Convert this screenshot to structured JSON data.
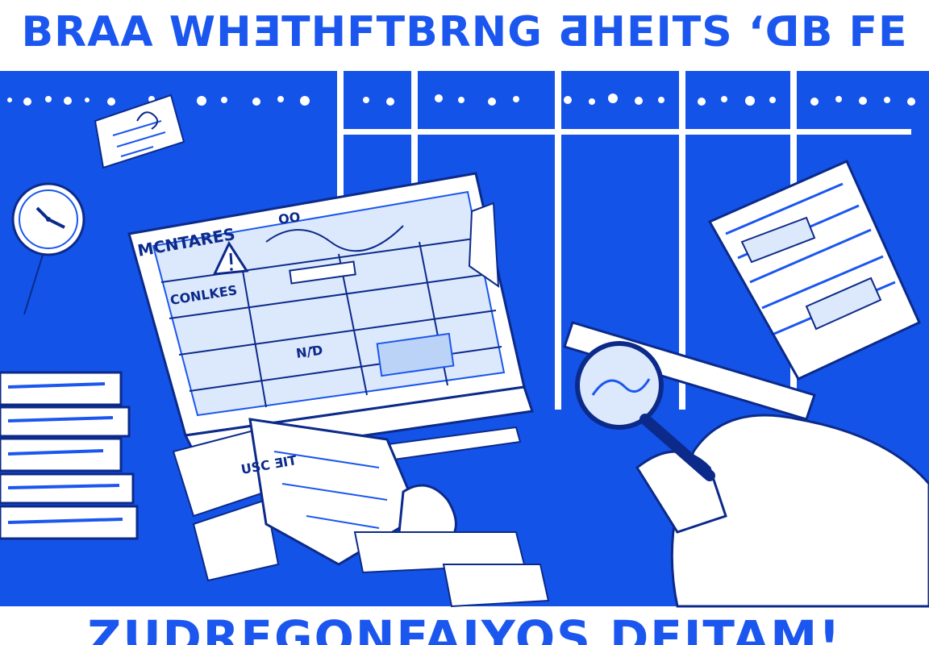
{
  "poster": {
    "headline": "BRAA WHƎTHFTBRNG ƋHEITS ‘ᗡB FE",
    "footer": "ZUDREGONFAIYOS DFITAM!"
  },
  "screen": {
    "header_label": "MCNTARES",
    "top_mark": "OO",
    "row_label": "CONLKES",
    "center_label": "N/Ɗ"
  },
  "crumple_note": {
    "text": "USC ƎIT"
  },
  "icons": {
    "warning": "warning-icon",
    "clock": "clock-icon",
    "magnifier": "magnifier-icon"
  },
  "colors": {
    "background_blue": "#1453e8",
    "ink": "#1b57ee",
    "paper": "#ffffff",
    "paper_shade": "#dce8fb"
  }
}
